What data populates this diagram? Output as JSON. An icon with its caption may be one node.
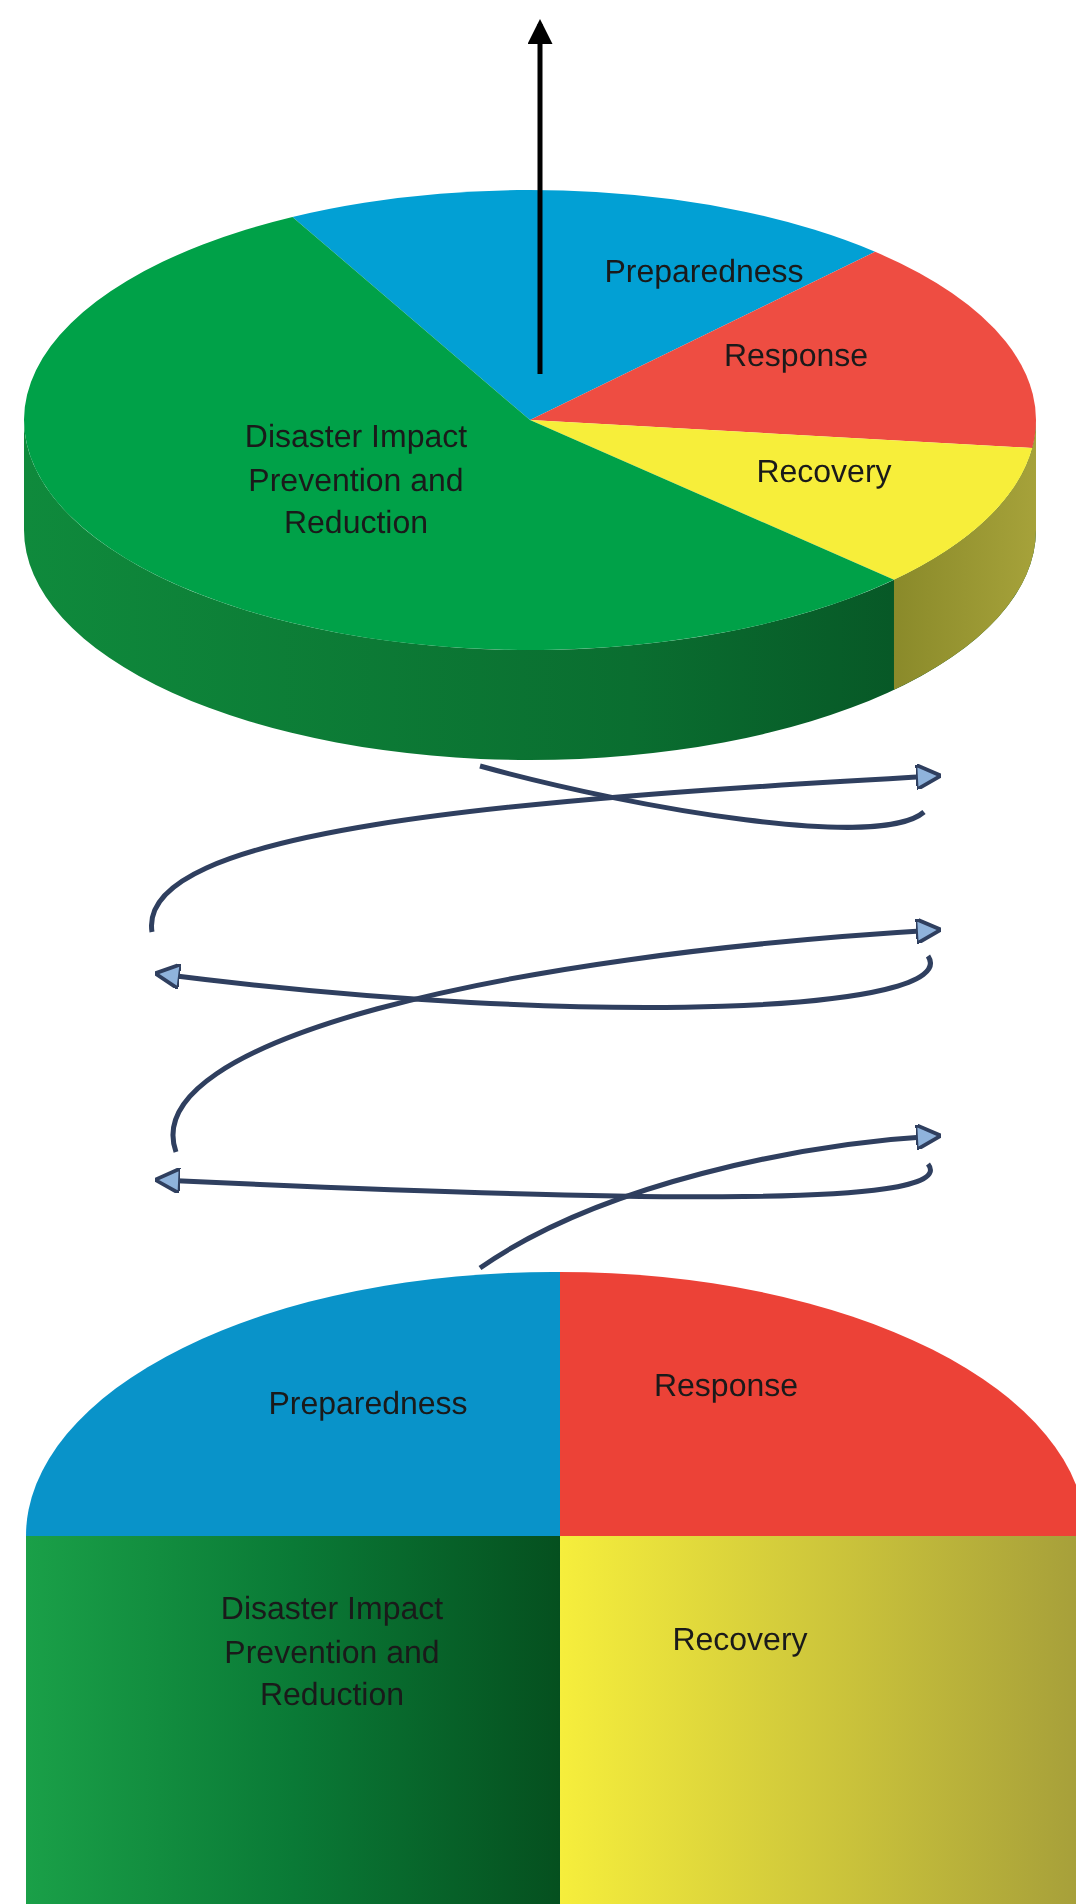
{
  "diagram": {
    "nodes": [
      {
        "text": [
          "Preparedness"
        ]
      },
      {
        "text": [
          "Response"
        ]
      },
      {
        "text": [
          "Recovery"
        ]
      },
      {
        "text": [
          "Disaster Impact Prevention and Reduction"
        ]
      },
      {
        "text": [
          "Preparedness"
        ]
      },
      {
        "text": [
          "Response"
        ]
      },
      {
        "text": [
          "Disaster Impact Prevention and Reduction"
        ]
      },
      {
        "text": [
          "Recovery"
        ]
      }
    ]
  }
}
